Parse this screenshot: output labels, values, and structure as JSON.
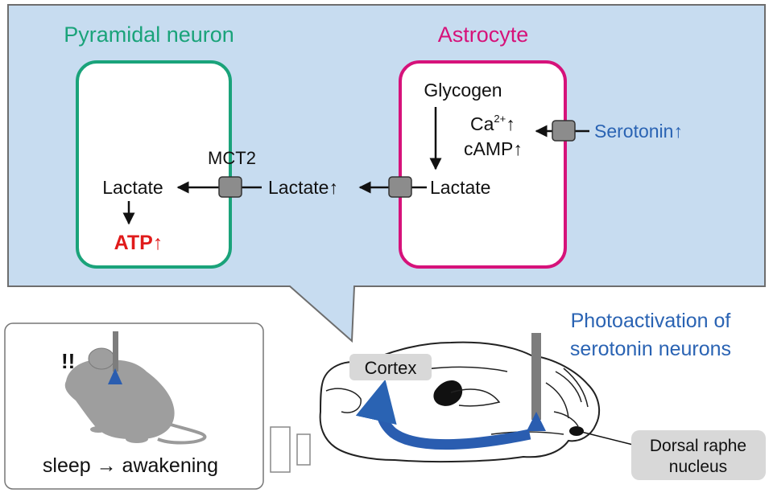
{
  "panel": {
    "pyramidal_title": "Pyramidal neuron",
    "astrocyte_title": "Astrocyte",
    "glycogen": "Glycogen",
    "ca_base": "Ca",
    "ca_sup": "2+",
    "ca_arrow": "↑",
    "camp": "cAMP↑",
    "lactate_astro": "Lactate",
    "lactate_mid": "Lactate↑",
    "mct2": "MCT2",
    "lactate_neuron": "Lactate",
    "atp": "ATP↑",
    "serotonin": "Serotonin↑"
  },
  "mouse_box": {
    "exclaim": "!!",
    "caption": "sleep → awakening"
  },
  "brain": {
    "photoactivation_line1": "Photoactivation of",
    "photoactivation_line2": "serotonin neurons",
    "cortex": "Cortex",
    "dorsal_raphe_line1": "Dorsal raphe",
    "dorsal_raphe_line2": "nucleus"
  },
  "colors": {
    "panel_bg": "#c7dcf0",
    "neuron": "#1aa37a",
    "astrocyte": "#d6127a",
    "blue_text": "#2a63b3",
    "atp": "#e01b1b",
    "transporter": "#8c8c8c",
    "label_box": "#d8d8d8"
  }
}
